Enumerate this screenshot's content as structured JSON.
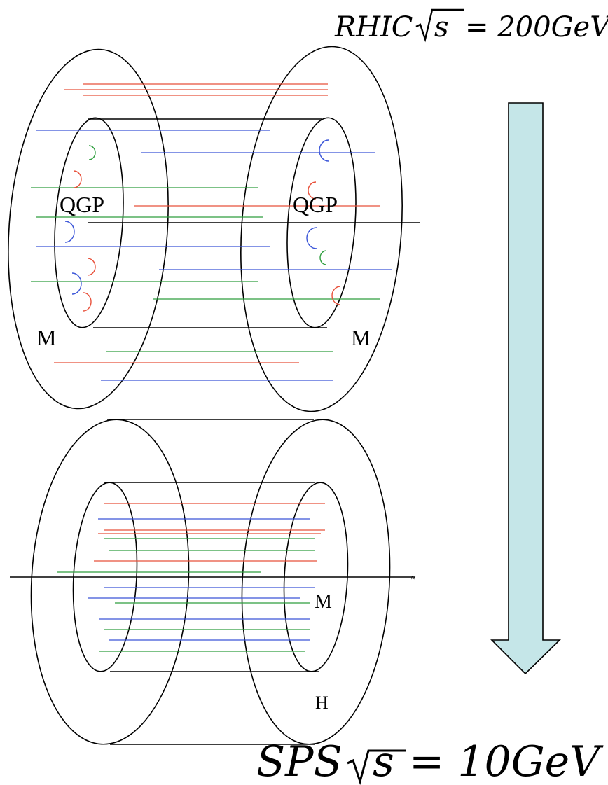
{
  "top_label": {
    "prefix": "RHIC",
    "radicand": "s",
    "suffix": "= 200GeV"
  },
  "bottom_label": {
    "prefix": "SPS",
    "radicand": "s",
    "suffix": "= 10GeV"
  },
  "upper_diagram": {
    "left_phase_label": "QGP",
    "right_phase_label": "QGP",
    "left_outer_label": "M",
    "right_outer_label": "M"
  },
  "lower_diagram": {
    "inner_label": "M",
    "outer_label": "H",
    "axis_tick_label": "≈"
  },
  "arrow": {
    "fill": "#c5e6e8",
    "stroke": "#000000",
    "direction": "down"
  },
  "colors": {
    "red": "#e8503a",
    "green": "#2e9e3e",
    "blue": "#3a55d8",
    "outline": "#000000"
  }
}
